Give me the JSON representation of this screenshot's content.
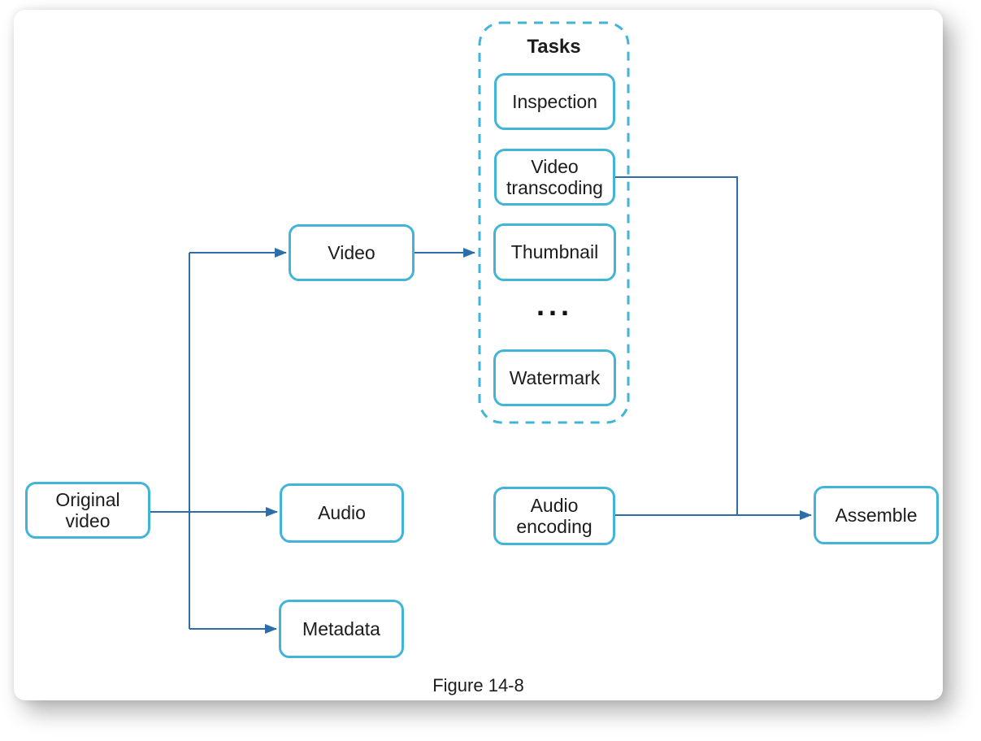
{
  "figure": {
    "caption": "Figure 14-8"
  },
  "groups": {
    "tasks": {
      "title": "Tasks",
      "ellipsis": "..."
    }
  },
  "nodes": {
    "original_video": {
      "label": "Original video"
    },
    "video": {
      "label": "Video"
    },
    "audio": {
      "label": "Audio"
    },
    "metadata": {
      "label": "Metadata"
    },
    "inspection": {
      "label": "Inspection"
    },
    "video_transcoding": {
      "label": "Video transcoding"
    },
    "thumbnail": {
      "label": "Thumbnail"
    },
    "watermark": {
      "label": "Watermark"
    },
    "audio_encoding": {
      "label": "Audio encoding"
    },
    "assemble": {
      "label": "Assemble"
    }
  },
  "edges": [
    {
      "from": "original_video",
      "to": "video"
    },
    {
      "from": "original_video",
      "to": "audio"
    },
    {
      "from": "original_video",
      "to": "metadata"
    },
    {
      "from": "video",
      "to": "tasks_group"
    },
    {
      "from": "audio",
      "to": "audio_encoding"
    },
    {
      "from": "video_transcoding",
      "to": "assemble"
    },
    {
      "from": "audio_encoding",
      "to": "assemble"
    }
  ],
  "colors": {
    "node_border": "#41b4d7",
    "connector": "#2d6eaa",
    "text": "#1c1c1c",
    "page_background": "#ffffff"
  }
}
